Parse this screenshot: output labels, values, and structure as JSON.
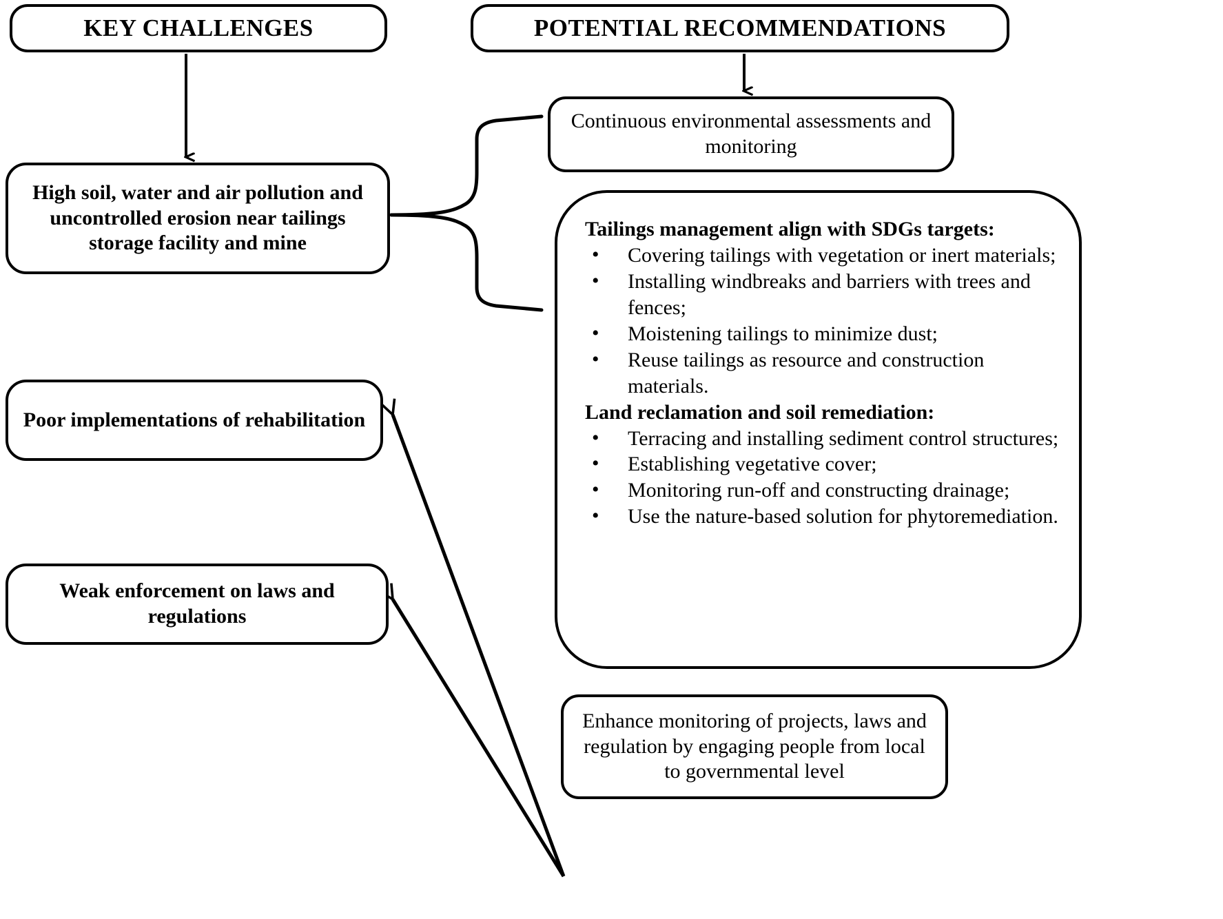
{
  "headers": {
    "key_challenges": "KEY CHALLENGES",
    "potential_recommendations": "POTENTIAL RECOMMENDATIONS"
  },
  "challenges": [
    {
      "id": "pollution",
      "label": "High soil, water  and  air pollution and uncontrolled erosion near tailings storage facility and mine"
    },
    {
      "id": "rehabilitation",
      "label": "Poor implementations of rehabilitation"
    },
    {
      "id": "enforcement",
      "label": "Weak enforcement on laws and regulations"
    }
  ],
  "recommendations": {
    "monitoring": {
      "label": "Continuous environmental assessments and monitoring"
    },
    "tailings": {
      "groups": [
        {
          "title": "Tailings management align with SDGs targets:",
          "items": [
            "Covering tailings with vegetation or inert materials;",
            "Installing windbreaks and barriers with trees and fences;",
            "Moistening tailings to minimize dust;",
            "Reuse tailings as resource and construction materials."
          ]
        },
        {
          "title": "Land reclamation and soil remediation:",
          "items": [
            "Terracing and installing sediment control structures;",
            "Establishing vegetative cover;",
            "Monitoring run-off and constructing drainage;",
            "Use the nature-based solution for phytoremediation."
          ]
        }
      ],
      "bullet_glyph": "•"
    },
    "enhance": {
      "label": "Enhance monitoring of projects, laws and regulation by engaging people from local to governmental level"
    }
  },
  "style": {
    "stroke": "#000000",
    "background": "#ffffff"
  }
}
